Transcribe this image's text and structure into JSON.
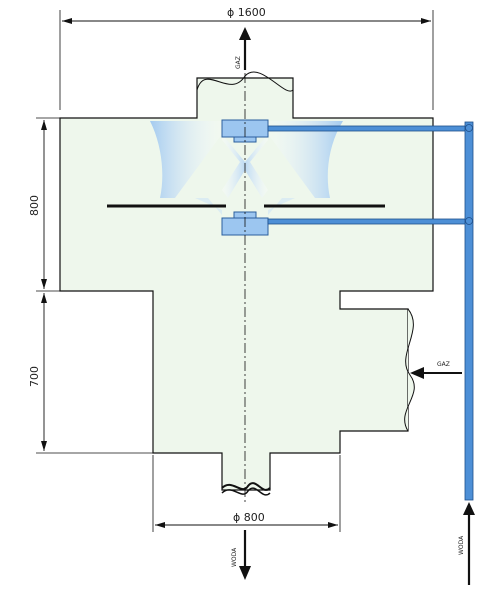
{
  "drawing": {
    "top_diameter_label": "ϕ 1600",
    "bottom_diameter_label": "ϕ 800",
    "upper_height_label": "800",
    "lower_height_label": "700",
    "gas_outlet_label": "GAZ",
    "gas_inlet_label": "GAZ",
    "water_outlet_label": "WODA",
    "water_inlet_label": "WODA"
  },
  "colors": {
    "body_fill": "#eef7ec",
    "pipe_blue": "#4d8fd6",
    "block_blue": "#9cc6f0",
    "line": "#111111"
  }
}
